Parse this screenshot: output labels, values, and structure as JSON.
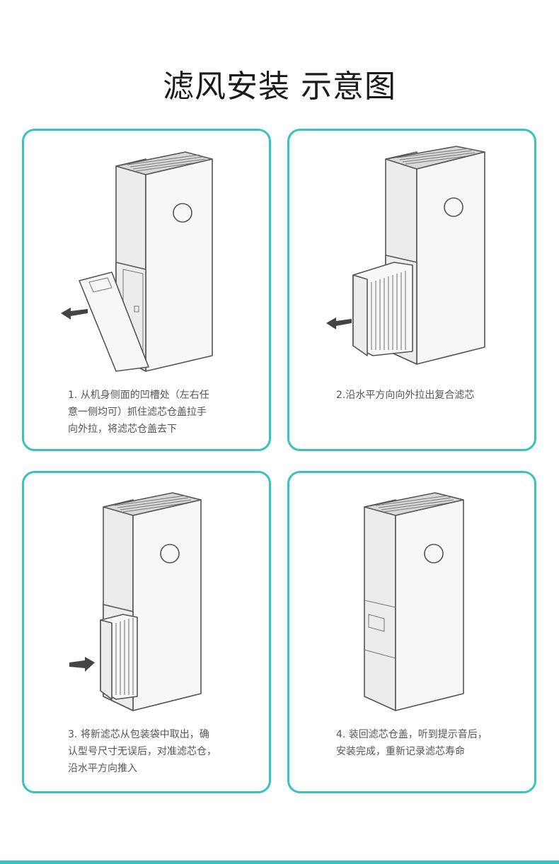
{
  "title": "滤风安装 示意图",
  "steps": [
    {
      "caption": "1. 从机身侧面的凹槽处（左右任\n意一侧均可）抓住滤芯仓盖拉手\n向外拉，将滤芯仓盖去下"
    },
    {
      "caption": "2.沿水平方向向外拉出复合滤芯"
    },
    {
      "caption": "3. 将新滤芯从包装袋中取出，确\n认型号尺寸无误后，对准滤芯仓，\n沿水平方向推入"
    },
    {
      "caption": "4. 装回滤芯仓盖，听到提示音后，\n安装完成，重新记录滤芯寿命"
    }
  ],
  "colors": {
    "accent": "#38c2c0",
    "text": "#555555",
    "title": "#1a1a1a"
  },
  "icons": [
    "arrow-left-icon",
    "arrow-left-icon",
    "arrow-right-icon"
  ]
}
